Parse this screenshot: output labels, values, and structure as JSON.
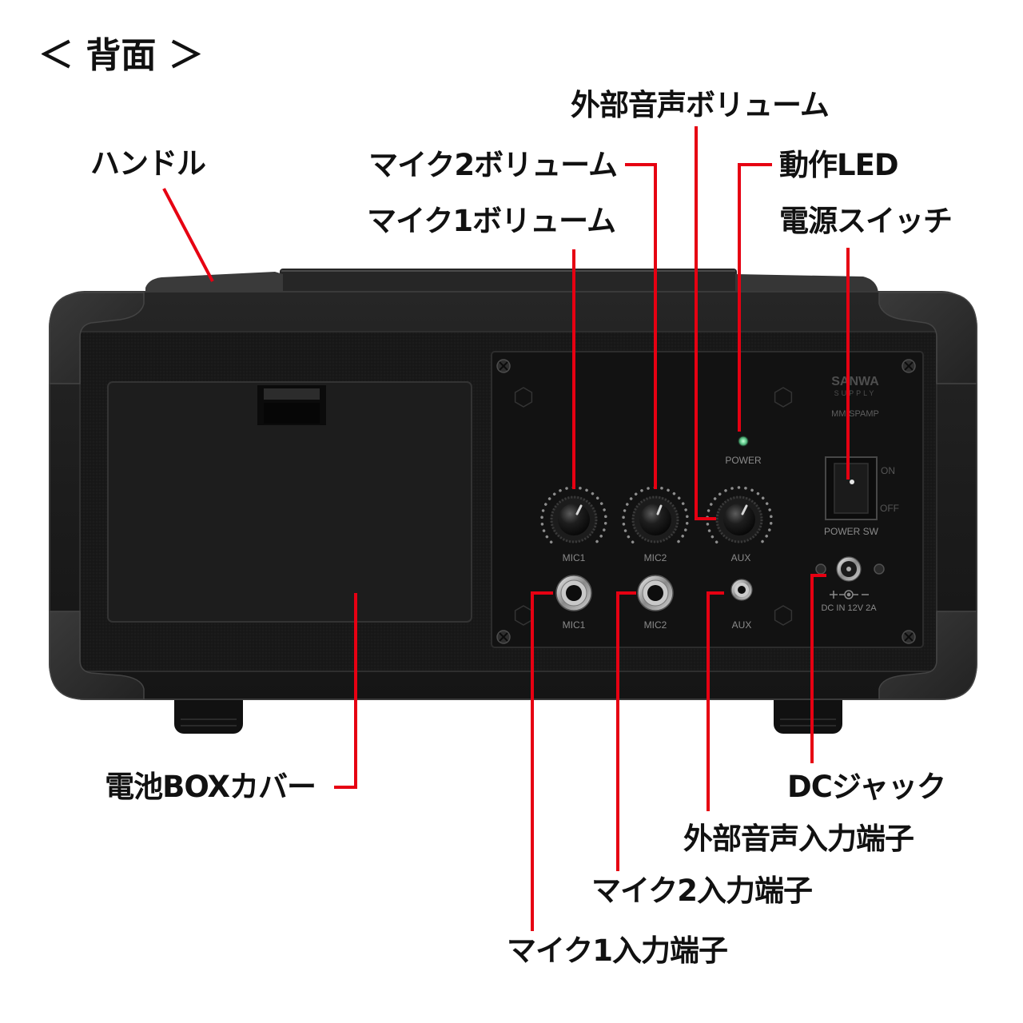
{
  "heading": "＜ 背面 ＞",
  "callouts": {
    "handle": "ハンドル",
    "mic1_volume": "マイク1ボリューム",
    "mic2_volume": "マイク2ボリューム",
    "aux_volume": "外部音声ボリューム",
    "power_led": "動作LED",
    "power_switch": "電源スイッチ",
    "battery_cover": "電池BOXカバー",
    "dc_jack": "DCジャック",
    "aux_input": "外部音声入力端子",
    "mic2_input": "マイク2入力端子",
    "mic1_input": "マイク1入力端子"
  },
  "panel": {
    "brand": {
      "line1": "SANWA",
      "line2": "SUPPLY"
    },
    "model": "MM-SPAMP",
    "led_label": "POWER",
    "switch": {
      "on": "ON",
      "off": "OFF",
      "label": "POWER SW"
    },
    "knob_labels": [
      "MIC1",
      "MIC2",
      "AUX"
    ],
    "jack_labels": [
      "MIC1",
      "MIC2",
      "AUX"
    ],
    "dc_label": "DC IN 12V 2A"
  },
  "colors": {
    "callout_line": "#e60012",
    "device_body": "#1c1c1c",
    "led": "#6fd69a"
  }
}
